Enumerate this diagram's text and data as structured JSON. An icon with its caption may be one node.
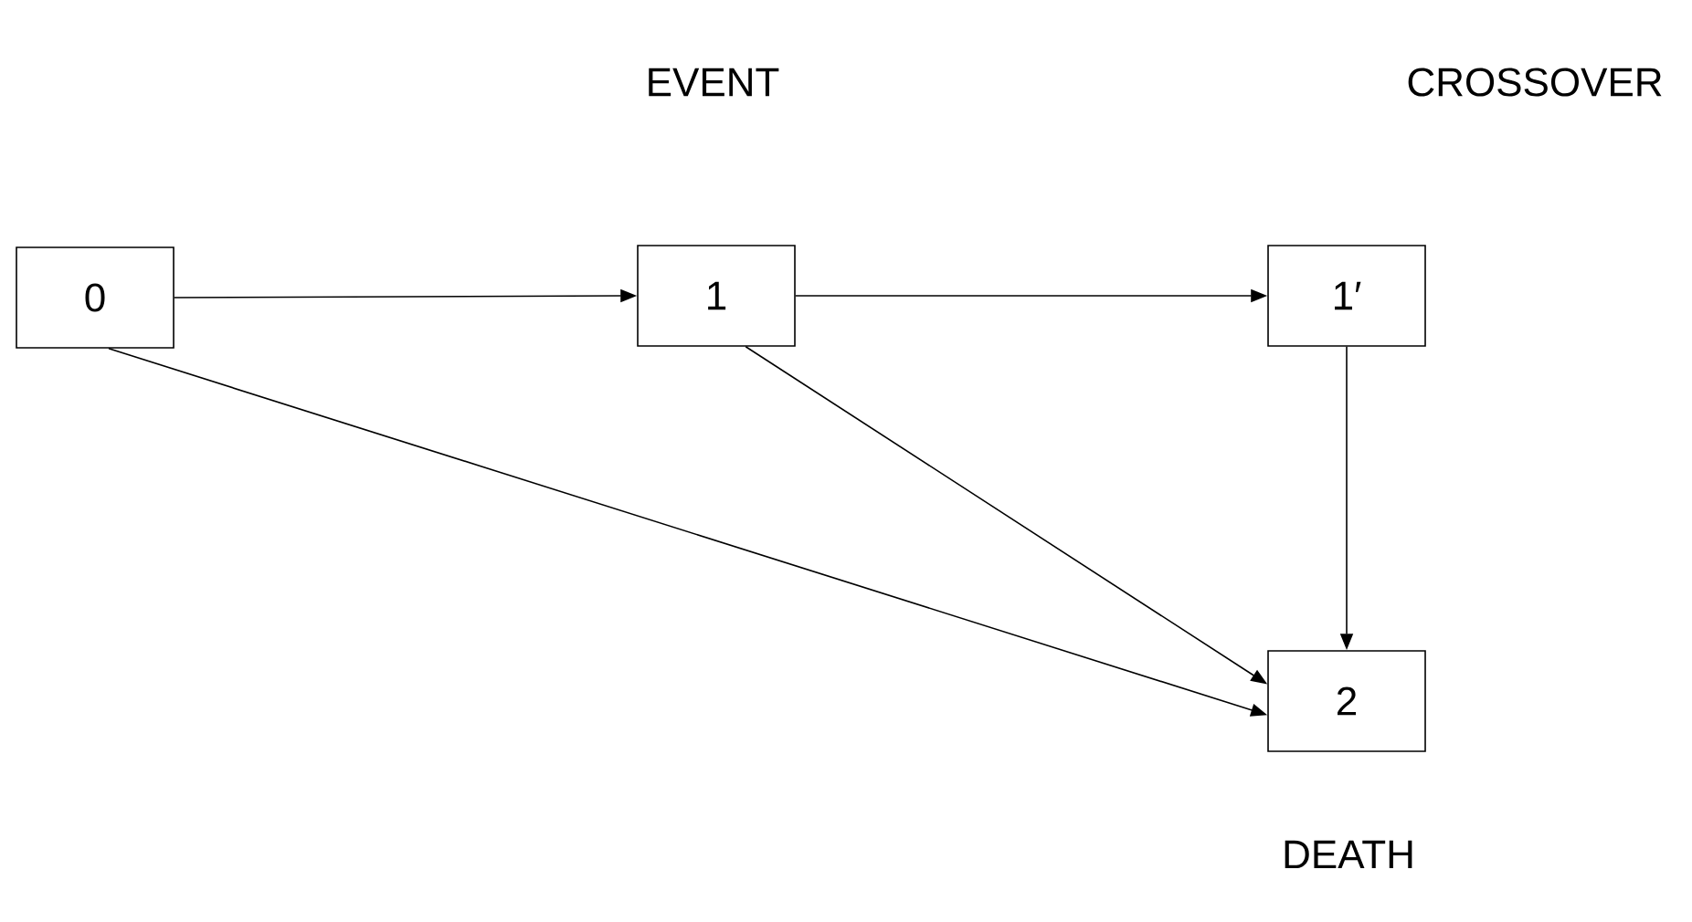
{
  "diagram": {
    "nodes": [
      {
        "text": [
          "0"
        ]
      },
      {
        "text": [
          "1"
        ],
        "beside": [
          "EVENT"
        ]
      },
      {
        "text": [
          "1′"
        ],
        "beside": [
          "CROSSOVER"
        ]
      },
      {
        "text": [
          "2"
        ],
        "beside": [
          "DEATH"
        ]
      }
    ],
    "edges": [
      {
        "from": 0,
        "to": 1,
        "arrow": "to"
      },
      {
        "from": 1,
        "to": 2,
        "arrow": "to"
      },
      {
        "from": 2,
        "to": 3,
        "arrow": "to"
      },
      {
        "from": 1,
        "to": 3,
        "arrow": "to"
      },
      {
        "from": 0,
        "to": 3,
        "arrow": "to"
      }
    ]
  }
}
